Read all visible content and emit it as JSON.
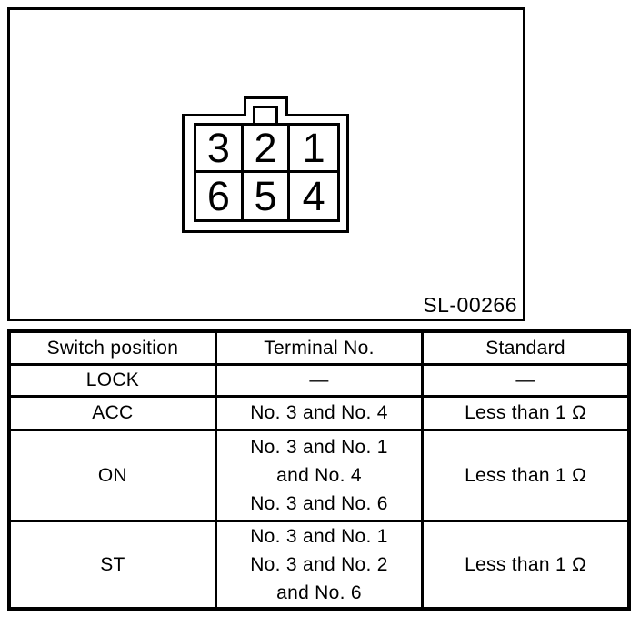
{
  "colors": {
    "ink": "#000000",
    "background": "#ffffff"
  },
  "diagram": {
    "figure_id": "SL-00266",
    "connector": {
      "terminals": [
        "3",
        "2",
        "1",
        "6",
        "5",
        "4"
      ]
    }
  },
  "table": {
    "headers": [
      "Switch position",
      "Terminal No.",
      "Standard"
    ],
    "rows": [
      {
        "position": "LOCK",
        "terminal": "—",
        "standard": "—"
      },
      {
        "position": "ACC",
        "terminal": "No. 3 and No. 4",
        "standard": "Less than 1 Ω"
      },
      {
        "position": "ON",
        "terminal": "No. 3 and No. 1\nand No. 4\nNo. 3 and No. 6",
        "standard": "Less than 1 Ω"
      },
      {
        "position": "ST",
        "terminal": "No. 3 and No. 1\nNo. 3 and No. 2\nand No. 6",
        "standard": "Less than 1 Ω"
      }
    ]
  }
}
